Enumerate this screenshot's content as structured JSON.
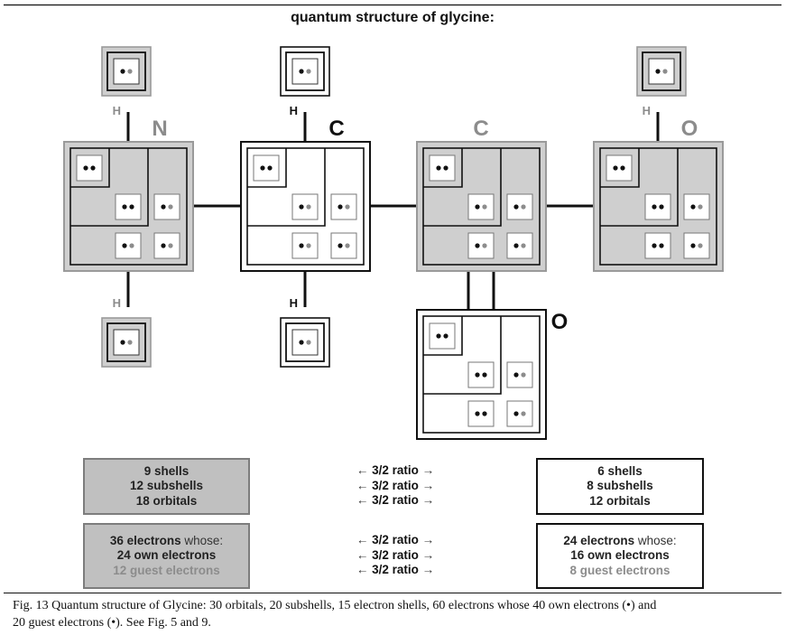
{
  "title": "quantum structure of glycine:",
  "colors": {
    "gray_fill": "#cfcfcf",
    "gray_border": "#9a9a9a",
    "line": "#111111",
    "own_electron": "#111111",
    "guest_electron": "#8c8c8c",
    "gray_label": "#8c8c8c"
  },
  "atoms": [
    {
      "id": "N",
      "label": "N",
      "style": "gray",
      "label_side": "above-right",
      "orbitals": [
        [
          "own",
          "own"
        ],
        [
          "own",
          "own"
        ],
        [
          "own",
          "guest"
        ],
        [
          "own",
          "guest"
        ],
        [
          "own",
          "guest"
        ]
      ]
    },
    {
      "id": "C1",
      "label": "C",
      "style": "white",
      "label_side": "above-right",
      "orbitals": [
        [
          "own",
          "own"
        ],
        [
          "own",
          "guest"
        ],
        [
          "own",
          "guest"
        ],
        [
          "own",
          "guest"
        ],
        [
          "own",
          "guest"
        ]
      ]
    },
    {
      "id": "C2",
      "label": "C",
      "style": "gray",
      "label_side": "above-center",
      "orbitals": [
        [
          "own",
          "own"
        ],
        [
          "own",
          "guest"
        ],
        [
          "own",
          "guest"
        ],
        [
          "own",
          "guest"
        ],
        [
          "own",
          "guest"
        ]
      ]
    },
    {
      "id": "O1",
      "label": "O",
      "style": "gray",
      "label_side": "above-right",
      "orbitals": [
        [
          "own",
          "own"
        ],
        [
          "own",
          "own"
        ],
        [
          "own",
          "guest"
        ],
        [
          "own",
          "own"
        ],
        [
          "own",
          "guest"
        ]
      ]
    },
    {
      "id": "O2",
      "label": "O",
      "style": "white",
      "label_side": "right",
      "orbitals": [
        [
          "own",
          "own"
        ],
        [
          "own",
          "own"
        ],
        [
          "own",
          "guest"
        ],
        [
          "own",
          "own"
        ],
        [
          "own",
          "guest"
        ]
      ]
    }
  ],
  "hydrogens": [
    {
      "id": "H-N-top",
      "label": "H",
      "style": "gray",
      "attached_to": "N"
    },
    {
      "id": "H-C1-top",
      "label": "H",
      "style": "white",
      "attached_to": "C1"
    },
    {
      "id": "H-O1-top",
      "label": "H",
      "style": "gray",
      "attached_to": "O1"
    },
    {
      "id": "H-N-bottom",
      "label": "H",
      "style": "gray",
      "attached_to": "N"
    },
    {
      "id": "H-C1-bottom",
      "label": "H",
      "style": "white",
      "attached_to": "C1"
    }
  ],
  "bonds": [
    {
      "from": "N",
      "to": "C1",
      "order": 1
    },
    {
      "from": "C1",
      "to": "C2",
      "order": 1
    },
    {
      "from": "C2",
      "to": "O1",
      "order": 1
    },
    {
      "from": "C2",
      "to": "O2",
      "order": 2
    }
  ],
  "summary": {
    "gray_structure": {
      "shells": "9 shells",
      "subshells": "12 subshells",
      "orbitals": "18 orbitals"
    },
    "gray_electrons": {
      "total": "36 electrons",
      "whose": " whose:",
      "own": "24 own electrons",
      "guest": "12 guest electrons"
    },
    "white_structure": {
      "shells": "6 shells",
      "subshells": "8 subshells",
      "orbitals": "12 orbitals"
    },
    "white_electrons": {
      "total": "24 electrons",
      "whose": " whose:",
      "own": "16 own electrons",
      "guest": "8 guest electrons"
    },
    "ratio": {
      "left_arrow": "←",
      "label": "3/2 ratio",
      "right_arrow": "→"
    }
  },
  "caption": {
    "line1": "Fig. 13 Quantum structure of Glycine: 30 orbitals, 20 subshells, 15 electron shells, 60 electrons whose 40 own electrons (•)  and",
    "line2": "20 guest electrons (•). See Fig. 5 and 9."
  }
}
